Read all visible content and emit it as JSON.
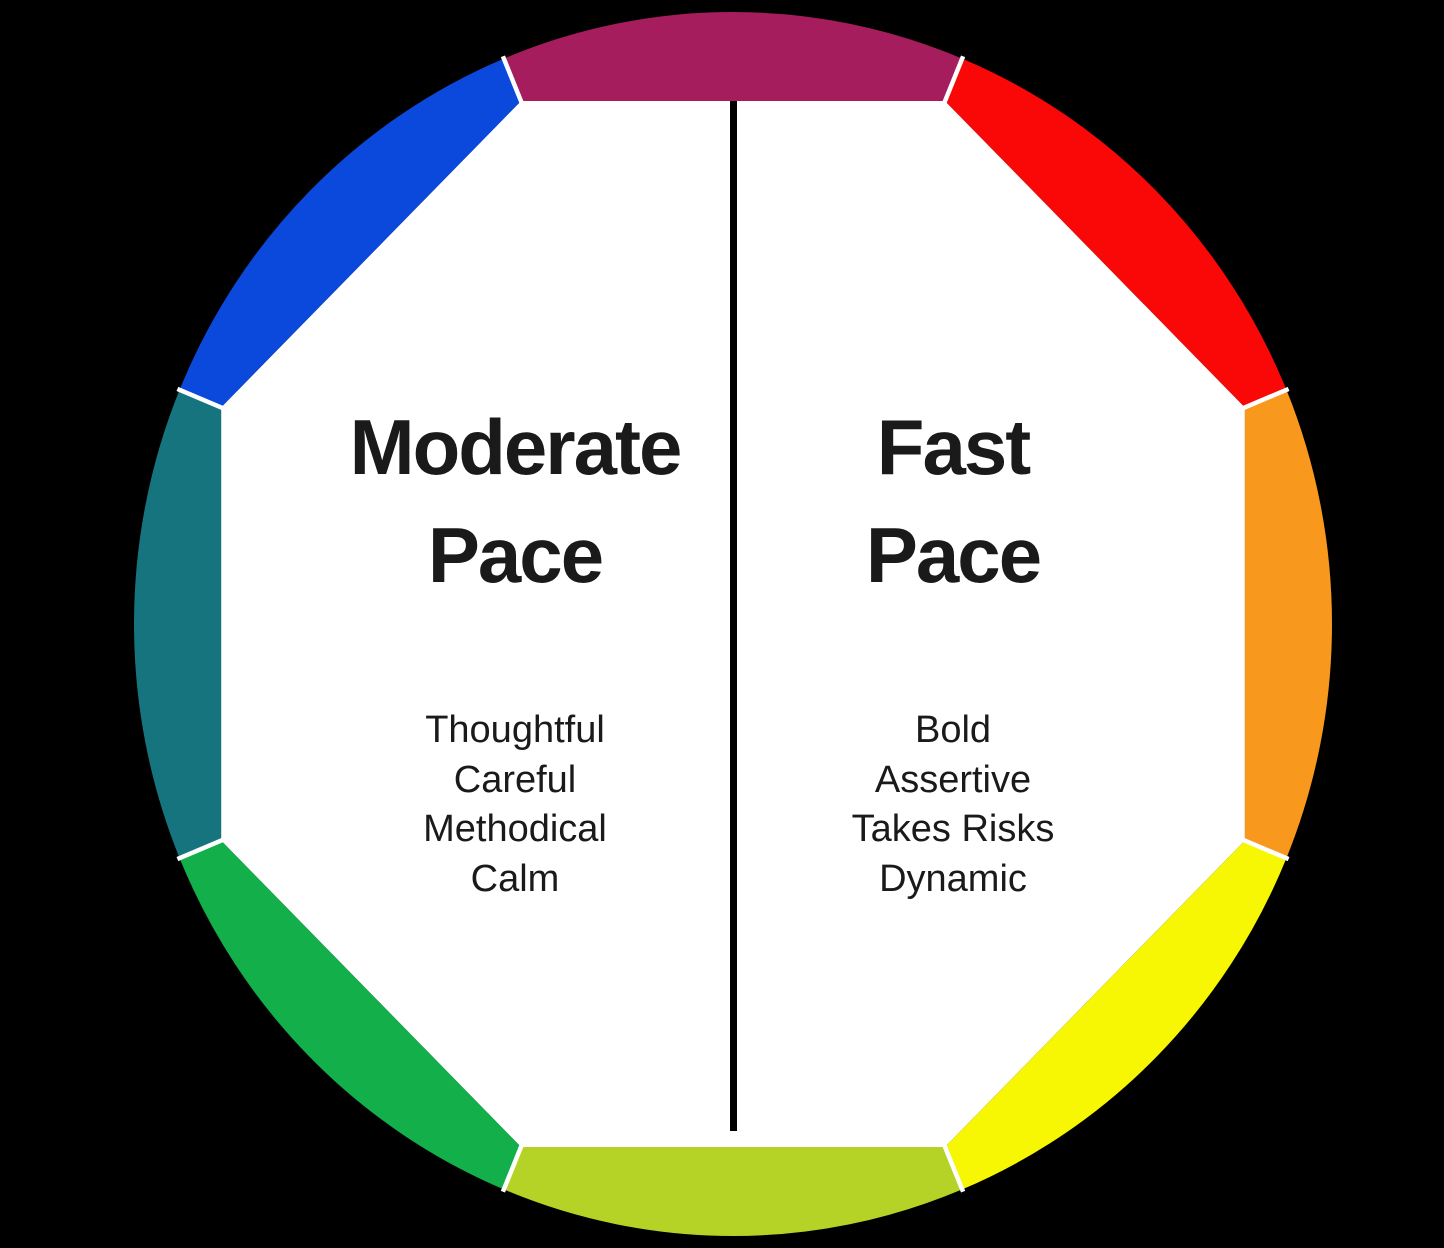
{
  "diagram": {
    "background_color": "#000000",
    "interior_color": "#ffffff",
    "divider_color": "#000000",
    "text_color": "#1a1a1a",
    "left_half": {
      "title_line1": "Moderate",
      "title_line2": "Pace",
      "traits": [
        "Thoughtful",
        "Careful",
        "Methodical",
        "Calm"
      ]
    },
    "right_half": {
      "title_line1": "Fast",
      "title_line2": "Pace",
      "traits": [
        "Bold",
        "Assertive",
        "Takes Risks",
        "Dynamic"
      ]
    },
    "wheel_segments": [
      {
        "name": "crimson",
        "position": "top",
        "mid_angle": 90,
        "color": "#A51D5D",
        "band_color": "#951852"
      },
      {
        "name": "red",
        "position": "top-right",
        "mid_angle": 45,
        "color": "#FA0808"
      },
      {
        "name": "orange",
        "position": "right",
        "mid_angle": 0,
        "color": "#F8981D",
        "band_color": "#EA7E2B"
      },
      {
        "name": "yellow",
        "position": "bottom-right",
        "mid_angle": 315,
        "color": "#F7F703"
      },
      {
        "name": "lime",
        "position": "bottom",
        "mid_angle": 270,
        "color": "#B5D226",
        "band_color": "#A6BC3F"
      },
      {
        "name": "green",
        "position": "bottom-left",
        "mid_angle": 225,
        "color": "#12AF4B",
        "band_color": "#2AA464"
      },
      {
        "name": "teal",
        "position": "left",
        "mid_angle": 180,
        "color": "#15747E",
        "band_color": "#1B8893"
      },
      {
        "name": "blue",
        "position": "top-left",
        "mid_angle": 135,
        "color": "#0B48DC"
      }
    ]
  }
}
